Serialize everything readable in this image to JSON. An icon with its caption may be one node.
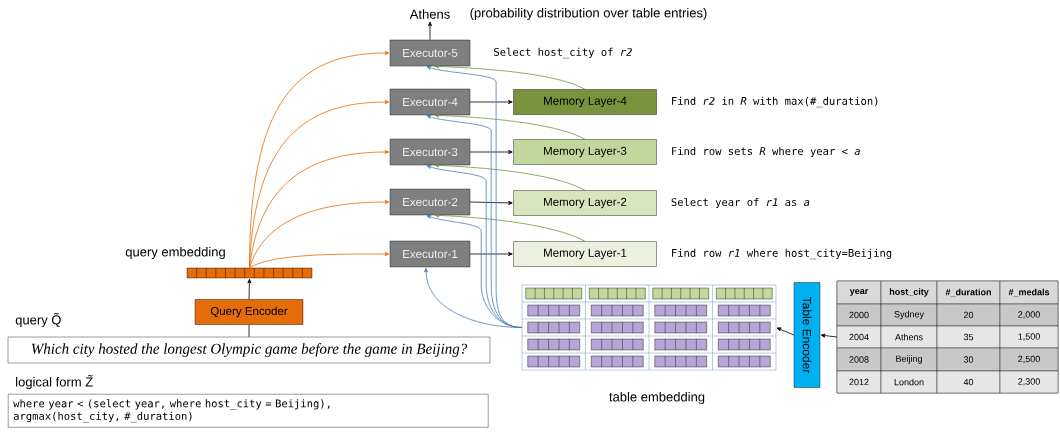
{
  "diagram": {
    "nodes": [
      {
        "text": [
          "Athens"
        ],
        "beside": [
          "(probability distribution over table entries)"
        ]
      },
      {
        "text": [
          "Executor-5"
        ],
        "beside": [
          "Select host_city of *r2*"
        ]
      },
      {
        "text": [
          "Executor-4"
        ]
      },
      {
        "text": [
          "Memory Layer-4"
        ],
        "beside": [
          "Find *r2* in *R* with max(#_duration)"
        ]
      },
      {
        "text": [
          "Executor-3"
        ]
      },
      {
        "text": [
          "Memory Layer-3"
        ],
        "beside": [
          "Find row sets *R* where year < *a*"
        ]
      },
      {
        "text": [
          "Executor-2"
        ]
      },
      {
        "text": [
          "Memory Layer-2"
        ],
        "beside": [
          "Select year of *r1* as *a*"
        ]
      },
      {
        "text": [
          "Executor-1"
        ]
      },
      {
        "text": [
          "Memory Layer-1"
        ],
        "beside": [
          "Find row *r1* where host_city=Beijing"
        ]
      },
      {
        "text": [
          "query embedding"
        ]
      },
      {
        "text": [
          "Query Encoder"
        ]
      },
      {
        "text": [
          "query Q̃",
          "Which city hosted the longest Olympic game before the game in Beijing?"
        ]
      },
      {
        "text": [
          "table embedding"
        ]
      },
      {
        "text": [
          "Table Encoder"
        ]
      },
      {
        "text": [
          "year",
          "host_city",
          "#_duration",
          "#_medals",
          "2000",
          "Sydney",
          "20",
          "2,000",
          "2004",
          "Athens",
          "35",
          "1,500",
          "2008",
          "Beijing",
          "30",
          "2,500",
          "2012",
          "London",
          "40",
          "2,300"
        ]
      },
      {
        "text": [
          "logical form Z̃",
          "where year < (select year, where host_city = Beijing), argmax(host_city, #_duration)"
        ]
      }
    ],
    "edges": [
      {
        "from": 1,
        "to": 0,
        "arrow": "to"
      },
      {
        "from": 2,
        "to": 3,
        "arrow": "to"
      },
      {
        "from": 4,
        "to": 5,
        "arrow": "to"
      },
      {
        "from": 6,
        "to": 7,
        "arrow": "to"
      },
      {
        "from": 8,
        "to": 9,
        "arrow": "to"
      },
      {
        "from": 3,
        "to": 1,
        "arrow": "to",
        "color": "#77933c"
      },
      {
        "from": 5,
        "to": 2,
        "arrow": "to",
        "color": "#77933c"
      },
      {
        "from": 7,
        "to": 4,
        "arrow": "to",
        "color": "#77933c"
      },
      {
        "from": 9,
        "to": 6,
        "arrow": "to",
        "color": "#77933c"
      },
      {
        "from": 10,
        "to": 1,
        "arrow": "to",
        "color": "#e46c0a"
      },
      {
        "from": 10,
        "to": 2,
        "arrow": "to",
        "color": "#e46c0a"
      },
      {
        "from": 10,
        "to": 4,
        "arrow": "to",
        "color": "#e46c0a"
      },
      {
        "from": 10,
        "to": 6,
        "arrow": "to",
        "color": "#e46c0a"
      },
      {
        "from": 10,
        "to": 8,
        "arrow": "to",
        "color": "#e46c0a"
      },
      {
        "from": 13,
        "to": 1,
        "arrow": "to",
        "color": "#4a7ebb"
      },
      {
        "from": 13,
        "to": 2,
        "arrow": "to",
        "color": "#4a7ebb"
      },
      {
        "from": 13,
        "to": 4,
        "arrow": "to",
        "color": "#4a7ebb"
      },
      {
        "from": 13,
        "to": 6,
        "arrow": "to",
        "color": "#4a7ebb"
      },
      {
        "from": 13,
        "to": 8,
        "arrow": "to",
        "color": "#4a7ebb"
      },
      {
        "from": 11,
        "to": 10,
        "arrow": "to"
      },
      {
        "from": 12,
        "to": 11,
        "arrow": "none"
      },
      {
        "from": 15,
        "to": 14,
        "arrow": "to"
      },
      {
        "from": 14,
        "to": 13,
        "arrow": "to"
      }
    ]
  }
}
